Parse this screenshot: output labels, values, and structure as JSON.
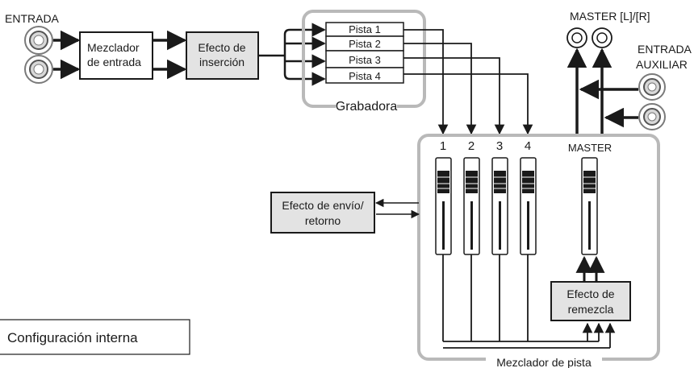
{
  "labels": {
    "entrada": "ENTRADA",
    "mezclador_entrada_line1": "Mezclador",
    "mezclador_entrada_line2": "de entrada",
    "efecto_insercion_line1": "Efecto de",
    "efecto_insercion_line2": "inserción",
    "pistas": [
      "Pista 1",
      "Pista 2",
      "Pista 3",
      "Pista 4"
    ],
    "grabadora": "Grabadora",
    "master_lr": "MASTER [L]/[R]",
    "entrada_auxiliar_line1": "ENTRADA",
    "entrada_auxiliar_line2": "AUXILIAR",
    "channel_numbers": [
      "1",
      "2",
      "3",
      "4"
    ],
    "master": "MASTER",
    "envio_retorno_line1": "Efecto de envío/",
    "envio_retorno_line2": "retorno",
    "remezcla_line1": "Efecto de",
    "remezcla_line2": "remezcla",
    "mezclador_pista": "Mezclador de pista",
    "config_interna": "Configuración interna"
  },
  "colors": {
    "line": "#1a1a1a",
    "group_border": "#b9b9b9",
    "shaded_box": "#e3e3e3",
    "jack_ring": "#7a7a7a"
  }
}
